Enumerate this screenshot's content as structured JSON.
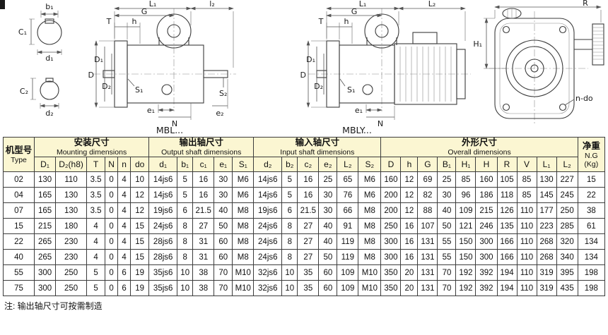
{
  "page": {
    "note": "注: 输出轴尺寸可按需制造"
  },
  "drawings": {
    "captions": {
      "mbl": "MBL...",
      "mbly": "MBLY..."
    },
    "sections": {
      "b1": "b₁",
      "c1": "C₁",
      "d1": "d₁",
      "c2": "C₂",
      "d2": "d₂"
    },
    "mbl": {
      "l1": "L₁",
      "g": "G",
      "l2": "l₂",
      "t": "T",
      "h": "h",
      "d": "D",
      "d1": "D₁",
      "d2": "D₂",
      "s1": "S₁",
      "s2": "S₂",
      "e1": "e₁",
      "n": "N",
      "e2": "e₂"
    },
    "mbly": {
      "l1": "L₁",
      "g": "G",
      "l2": "L₂",
      "t": "T",
      "h": "h",
      "d": "D",
      "d1": "D₁",
      "d2": "D₂",
      "s1": "S₁",
      "e1": "e₁",
      "n": "N"
    },
    "rear": {
      "r": "R",
      "h1": "H₁",
      "ndo": "n-do"
    }
  },
  "table": {
    "type_header": {
      "zh": "机型号",
      "en": "Type"
    },
    "groups": [
      {
        "zh": "安装尺寸",
        "en": "Mounting dimensions"
      },
      {
        "zh": "输出轴尺寸",
        "en": "Output shaft dimensions"
      },
      {
        "zh": "输入轴尺寸",
        "en": "Input shaft dimensions"
      },
      {
        "zh": "外形尺寸",
        "en": "Overall dimensions"
      }
    ],
    "weight_header": {
      "zh": "净重",
      "en": "N.G",
      "unit": "(Kg)"
    },
    "columns": [
      "D₁",
      "D₂(h8)",
      "T",
      "N",
      "n",
      "do",
      "d₁",
      "b₁",
      "c₁",
      "e₁",
      "S₁",
      "d₂",
      "b₂",
      "c₂",
      "e₂",
      "L₂",
      "S₂",
      "D",
      "h",
      "G",
      "B₁",
      "H₁",
      "H",
      "R",
      "V",
      "L₁",
      "L₂"
    ],
    "rows": [
      [
        "02",
        "130",
        "110",
        "3.5",
        "0",
        "4",
        "10",
        "14js6",
        "5",
        "16",
        "30",
        "M6",
        "14js6",
        "5",
        "16",
        "25",
        "65",
        "M6",
        "160",
        "12",
        "69",
        "25",
        "85",
        "160",
        "105",
        "85",
        "130",
        "227",
        "15"
      ],
      [
        "04",
        "165",
        "130",
        "3.5",
        "0",
        "4",
        "12",
        "14js6",
        "5",
        "16",
        "30",
        "M6",
        "14js6",
        "5",
        "16",
        "30",
        "76",
        "M6",
        "200",
        "12",
        "82",
        "30",
        "96",
        "186",
        "118",
        "85",
        "145",
        "245",
        "22"
      ],
      [
        "07",
        "165",
        "130",
        "3.5",
        "0",
        "4",
        "12",
        "19js6",
        "6",
        "21.5",
        "40",
        "M8",
        "19js6",
        "6",
        "21.5",
        "30",
        "66",
        "M8",
        "200",
        "12",
        "88",
        "40",
        "109",
        "215",
        "126",
        "110",
        "177",
        "250",
        "38"
      ],
      [
        "15",
        "215",
        "180",
        "4",
        "0",
        "4",
        "15",
        "24js6",
        "8",
        "27",
        "50",
        "M8",
        "24js6",
        "8",
        "27",
        "40",
        "91",
        "M8",
        "250",
        "16",
        "107",
        "50",
        "121",
        "246",
        "135",
        "110",
        "223",
        "285",
        "61"
      ],
      [
        "22",
        "265",
        "230",
        "4",
        "0",
        "4",
        "15",
        "28js6",
        "8",
        "31",
        "60",
        "M8",
        "24js6",
        "8",
        "27",
        "40",
        "119",
        "M8",
        "300",
        "16",
        "131",
        "55",
        "150",
        "300",
        "166",
        "110",
        "268",
        "320",
        "134"
      ],
      [
        "40",
        "265",
        "230",
        "4",
        "0",
        "4",
        "15",
        "28js6",
        "8",
        "31",
        "60",
        "M8",
        "24js6",
        "8",
        "27",
        "50",
        "119",
        "M8",
        "300",
        "16",
        "131",
        "55",
        "150",
        "300",
        "166",
        "110",
        "268",
        "340",
        "134"
      ],
      [
        "55",
        "300",
        "250",
        "5",
        "0",
        "6",
        "19",
        "35js6",
        "10",
        "38",
        "70",
        "M10",
        "32js6",
        "10",
        "35",
        "60",
        "109",
        "M10",
        "350",
        "20",
        "131",
        "70",
        "192",
        "392",
        "194",
        "110",
        "319",
        "395",
        "198"
      ],
      [
        "75",
        "300",
        "250",
        "5",
        "0",
        "6",
        "19",
        "35js6",
        "10",
        "38",
        "70",
        "M10",
        "32js6",
        "10",
        "35",
        "60",
        "109",
        "M10",
        "350",
        "20",
        "131",
        "70",
        "192",
        "392",
        "194",
        "110",
        "319",
        "435",
        "198"
      ]
    ]
  }
}
